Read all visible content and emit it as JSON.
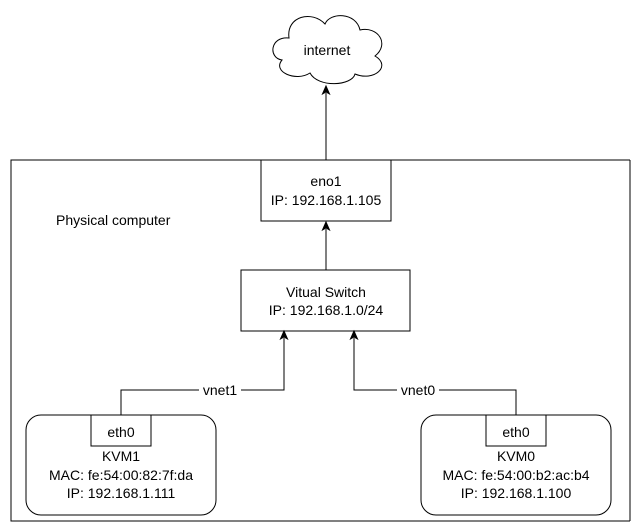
{
  "cloud": {
    "label": "internet"
  },
  "physical": {
    "label": "Physical computer"
  },
  "eno1": {
    "name": "eno1",
    "ip": "IP: 192.168.1.105"
  },
  "switch": {
    "name": "Vitual Switch",
    "ip": "IP: 192.168.1.0/24"
  },
  "kvm1": {
    "iface": "eth0",
    "name": "KVM1",
    "mac": "MAC: fe:54:00:82:7f:da",
    "ip": "IP: 192.168.1.111",
    "link": "vnet1"
  },
  "kvm0": {
    "iface": "eth0",
    "name": "KVM0",
    "mac": "MAC: fe:54:00:b2:ac:b4",
    "ip": "IP: 192.168.1.100",
    "link": "vnet0"
  }
}
